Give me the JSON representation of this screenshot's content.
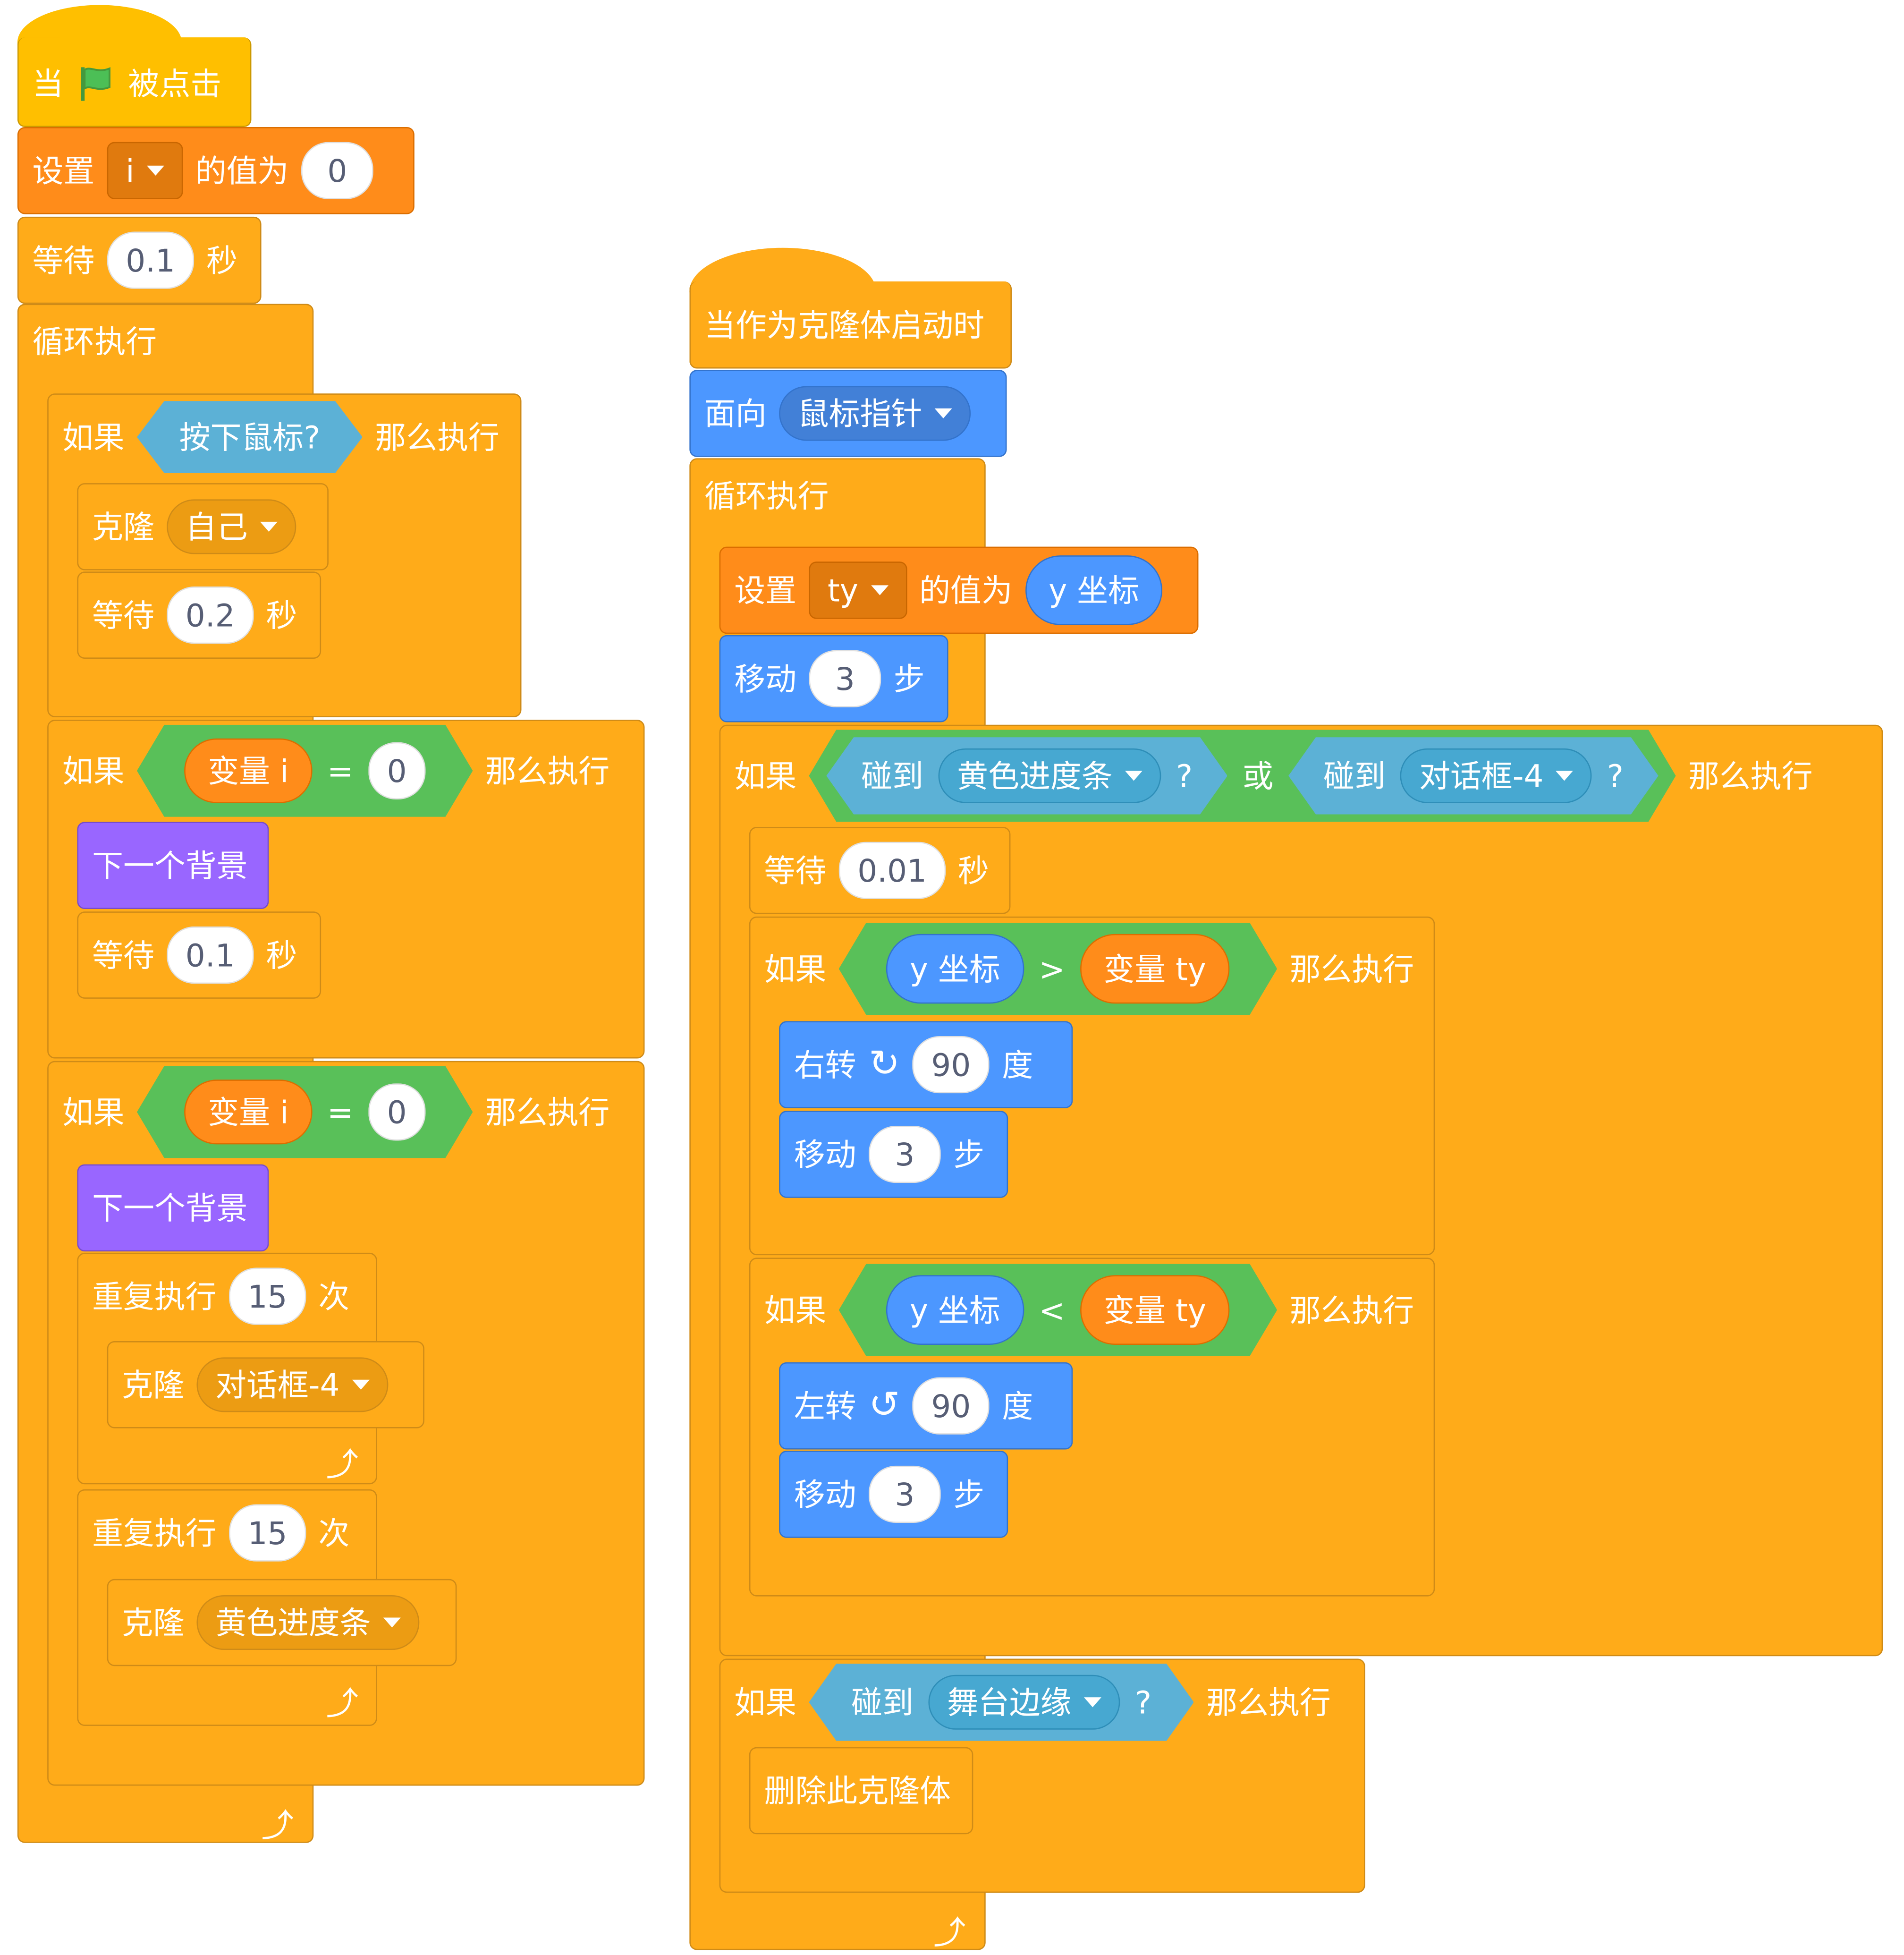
{
  "colors": {
    "control": "#ffab19",
    "events": "#ffbf00",
    "variables": "#ff8c1a",
    "motion": "#4c97ff",
    "looks": "#9966ff",
    "sensing": "#5cb1d6",
    "operators": "#59c059"
  },
  "script1": {
    "hat": {
      "prefix": "当",
      "suffix": "被点击",
      "icon": "green-flag-icon"
    },
    "set_var": {
      "label": "设置",
      "var": "i",
      "mid": "的值为",
      "value": "0"
    },
    "wait1": {
      "label": "等待",
      "value": "0.1",
      "unit": "秒"
    },
    "forever_label": "循环执行",
    "if1": {
      "label": "如果",
      "cond": "按下鼠标?",
      "then": "那么执行"
    },
    "clone1": {
      "label": "克隆",
      "target": "自己"
    },
    "wait2": {
      "label": "等待",
      "value": "0.2",
      "unit": "秒"
    },
    "if2": {
      "label": "如果",
      "left": "变量  i",
      "op": "=",
      "right": "0",
      "then": "那么执行"
    },
    "next_bg1": "下一个背景",
    "wait3": {
      "label": "等待",
      "value": "0.1",
      "unit": "秒"
    },
    "if3": {
      "label": "如果",
      "left": "变量  i",
      "op": "=",
      "right": "0",
      "then": "那么执行"
    },
    "next_bg2": "下一个背景",
    "repeat1": {
      "label": "重复执行",
      "value": "15",
      "unit": "次"
    },
    "clone2": {
      "label": "克隆",
      "target": "对话框-4"
    },
    "repeat2": {
      "label": "重复执行",
      "value": "15",
      "unit": "次"
    },
    "clone3": {
      "label": "克隆",
      "target": "黄色进度条"
    }
  },
  "script2": {
    "hat": "当作为克隆体启动时",
    "point": {
      "label": "面向",
      "target": "鼠标指针"
    },
    "forever_label": "循环执行",
    "set_ty": {
      "label": "设置",
      "var": "ty",
      "mid": "的值为",
      "value": "y 坐标"
    },
    "move1": {
      "label": "移动",
      "value": "3",
      "unit": "步"
    },
    "if_touch": {
      "label": "如果",
      "touch1": "碰到",
      "target1": "黄色进度条",
      "q1": "?",
      "or": "或",
      "touch2": "碰到",
      "target2": "对话框-4",
      "q2": "?",
      "then": "那么执行"
    },
    "wait": {
      "label": "等待",
      "value": "0.01",
      "unit": "秒"
    },
    "if_gt": {
      "label": "如果",
      "left": "y 坐标",
      "op": ">",
      "right": "变量  ty",
      "then": "那么执行"
    },
    "turn_right": {
      "label": "右转",
      "value": "90",
      "unit": "度"
    },
    "move2": {
      "label": "移动",
      "value": "3",
      "unit": "步"
    },
    "if_lt": {
      "label": "如果",
      "left": "y 坐标",
      "op": "<",
      "right": "变量  ty",
      "then": "那么执行"
    },
    "turn_left": {
      "label": "左转",
      "value": "90",
      "unit": "度"
    },
    "move3": {
      "label": "移动",
      "value": "3",
      "unit": "步"
    },
    "if_edge": {
      "label": "如果",
      "touch": "碰到",
      "target": "舞台边缘",
      "q": "?",
      "then": "那么执行"
    },
    "delete": "删除此克隆体"
  }
}
